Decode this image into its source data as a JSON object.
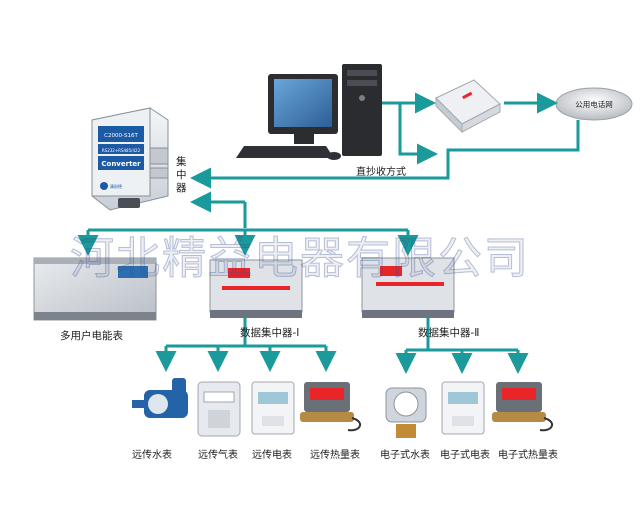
{
  "labels": {
    "concentrator": "集中器",
    "direct_reading": "直抄收方式",
    "phone_network": "公用电话网",
    "multi_user_meter": "多用户电能表",
    "collector_1": "数据集中器-Ⅰ",
    "collector_2": "数据集中器-Ⅱ",
    "remote_water": "远传水表",
    "remote_gas": "远传气表",
    "remote_electric": "远传电表",
    "remote_heat": "远传热量表",
    "elec_water": "电子式水表",
    "elec_electric": "电子式电表",
    "elec_heat": "电子式热量表"
  },
  "converter_device": {
    "model": "C2000-S16T",
    "spec": "RS232+RS485/422",
    "name": "Converter",
    "brand": "康耐德"
  },
  "watermark": "河北精益电器有限公司",
  "colors": {
    "connector": "#1a9a9a",
    "device_body": "#dfe3e8",
    "red_display": "#e8262a",
    "badge_blue": "#1c5aa6"
  }
}
